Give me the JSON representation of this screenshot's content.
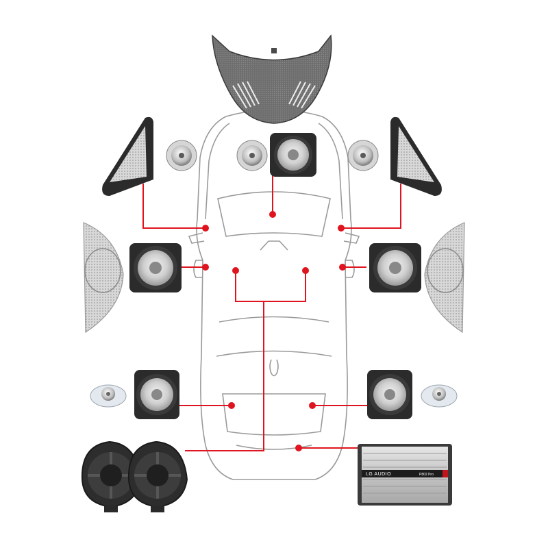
{
  "diagram": {
    "description_none": "",
    "connector_color": "#e0141e",
    "car_outline_color": "#9a9a9a",
    "speaker_frame_color": "#2b2b2b",
    "speaker_cone_color": "#c9c9c9",
    "grille_color": "#bdbdbd",
    "amplifier": {
      "brand": "LG AUDIO",
      "model": "P802 Pro",
      "body_color": "#cfcfcf"
    },
    "components": [
      "dashboard-center-grille",
      "front-center-midrange",
      "front-tweeter-left",
      "front-tweeter-center",
      "front-tweeter-right",
      "left-a-pillar-tweeter-cover",
      "right-a-pillar-tweeter-cover",
      "front-left-door-midrange",
      "front-right-door-midrange",
      "left-door-grille",
      "right-door-grille",
      "rear-left-midrange",
      "rear-right-midrange",
      "rear-left-tweeter",
      "rear-right-tweeter",
      "under-seat-subwoofers",
      "amplifier"
    ]
  }
}
